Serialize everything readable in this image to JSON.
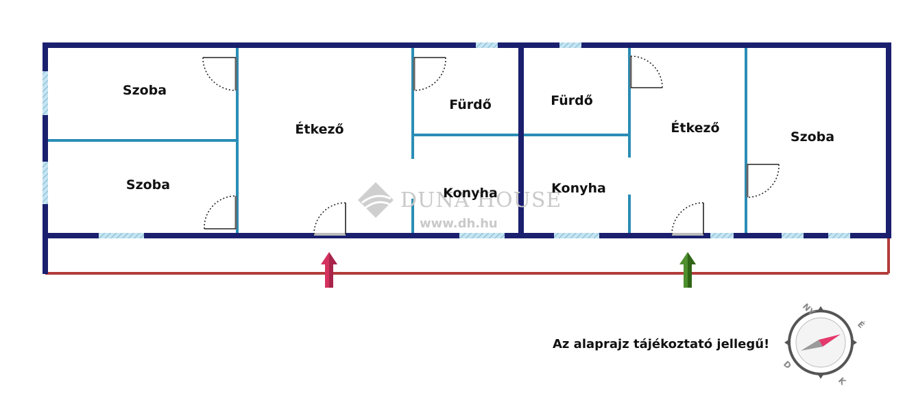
{
  "rooms": {
    "szoba_1": "Szoba",
    "szoba_2": "Szoba",
    "etkezo_1": "Étkező",
    "furdo_1": "Fürdő",
    "konyha_1": "Konyha",
    "furdo_2": "Fürdő",
    "konyha_2": "Konyha",
    "etkezo_2": "Étkező",
    "szoba_3": "Szoba"
  },
  "watermark": {
    "brand": "DUNA HOUSE",
    "url": "www.dh.hu"
  },
  "note": "Az alaprajz tájékoztató jellegű!",
  "compass": {
    "labels": [
      "NY",
      "É",
      "K",
      "D"
    ]
  },
  "entrances": [
    {
      "name": "entrance-arrow-red",
      "color": "#d4325e"
    },
    {
      "name": "entrance-arrow-green",
      "color": "#3d7a22"
    }
  ],
  "colors": {
    "outer_wall": "#1a1f6e",
    "inner_wall": "#2a8db5",
    "window": "#a9d3e6",
    "plot_line": "#b33b3b"
  }
}
